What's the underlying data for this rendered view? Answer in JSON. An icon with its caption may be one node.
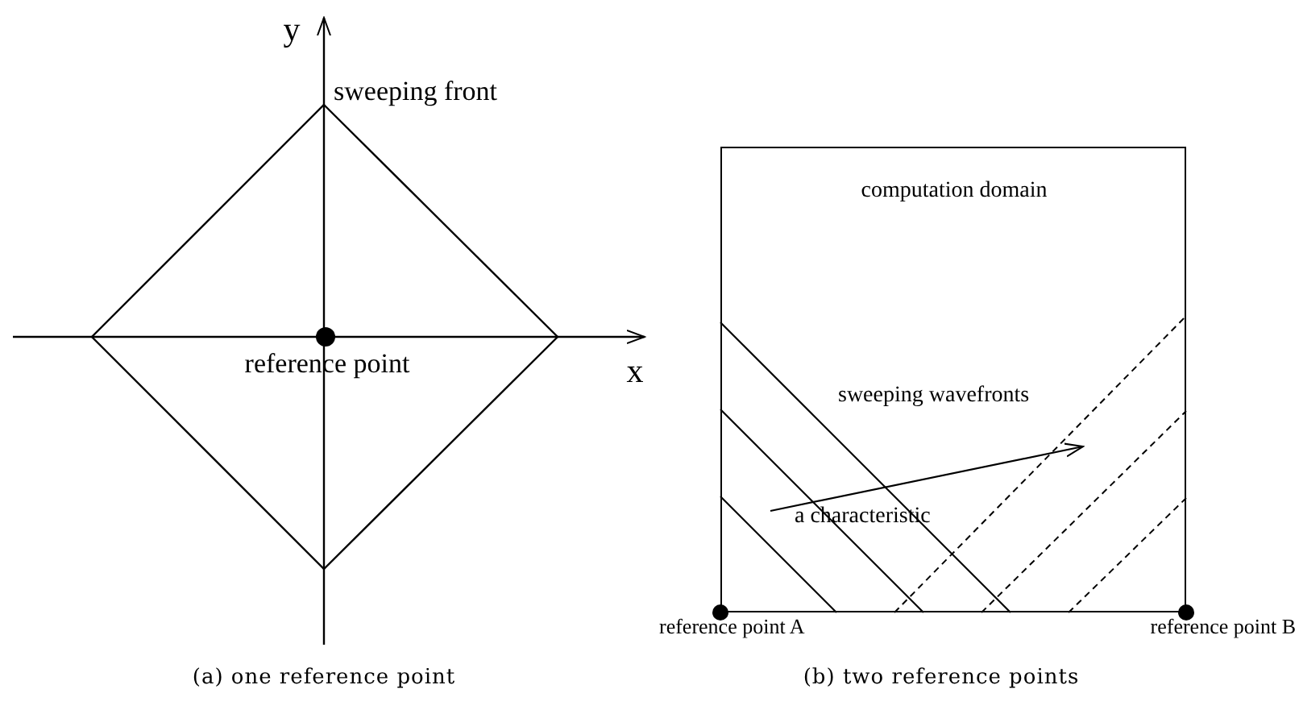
{
  "diagram": {
    "nodes": [
      {
        "text": [
          "computation domain",
          "sweeping wavefronts",
          "a characteristic"
        ]
      }
    ],
    "labels": [
      "y",
      "sweeping front",
      "reference point",
      "x",
      "(a) one reference point",
      "reference point A",
      "reference point B",
      "(b) two reference points"
    ]
  }
}
